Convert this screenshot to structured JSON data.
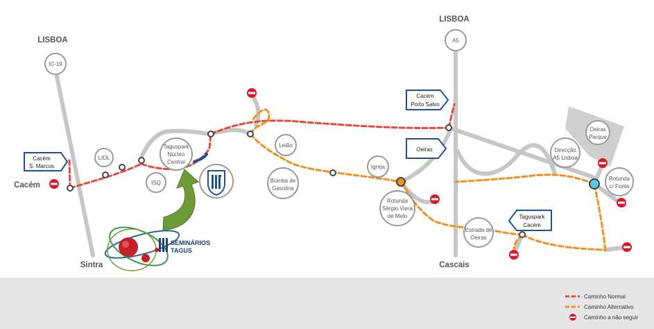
{
  "colors": {
    "normal": "#e8483a",
    "alternative": "#f0901e",
    "road": "#c6c6c6",
    "pin": "#9a9a9a",
    "no_entry": "#d7192a",
    "sign_border": "#1f4f96",
    "footer": "#e6e6e6",
    "fonte": "#5fc6e8",
    "logo_green": "#6f9a3a"
  },
  "cities": {
    "lisboa_west": "LISBOA",
    "lisboa_east": "LISBOA",
    "cacem": "Cacém",
    "sintra": "Sintra",
    "cascais": "Cascais"
  },
  "roads": {
    "ic19": "IC-19",
    "a5": "A5"
  },
  "places": {
    "lidl": "LIDL",
    "isq": "ISQ",
    "leiao": "Leião",
    "bomba_1": "Bomba de",
    "bomba_2": "Gasolina",
    "igreja": "Igreja",
    "taguspark_1": "Taguspark",
    "taguspark_2": "Núcleo",
    "taguspark_3": "Central",
    "rotunda_svm_1": "Rotunda",
    "rotunda_svm_2": "Sérgio Viera",
    "rotunda_svm_3": "de Melo",
    "estrada_oeiras_1": "Estrada de",
    "estrada_oeiras_2": "Oeiras",
    "direccao_1": "Direcção",
    "direccao_2": "A5 Lisboa",
    "oeiras_parque_1": "Oeiras",
    "oeiras_parque_2": "Parque",
    "rotunda_fonte_1": "Rotunda",
    "rotunda_fonte_2": "c/ Fonte"
  },
  "signs": {
    "cacem_marcos_1": "Cacém",
    "cacem_marcos_2": "S. Marcos",
    "cacem_salvo_1": "Cacém",
    "cacem_salvo_2": "Porto Salvo",
    "oeiras": "Oeiras",
    "taguspark_cacem_1": "Taguspark",
    "taguspark_cacem_2": "Cacém"
  },
  "logo": {
    "line1": "SEMINÁRIOS",
    "line2": "TAGUS"
  },
  "legend": {
    "normal": "Caminho Normal",
    "alternative": "Caminho Alternativo",
    "forbidden": "Caminho a não seguir"
  }
}
